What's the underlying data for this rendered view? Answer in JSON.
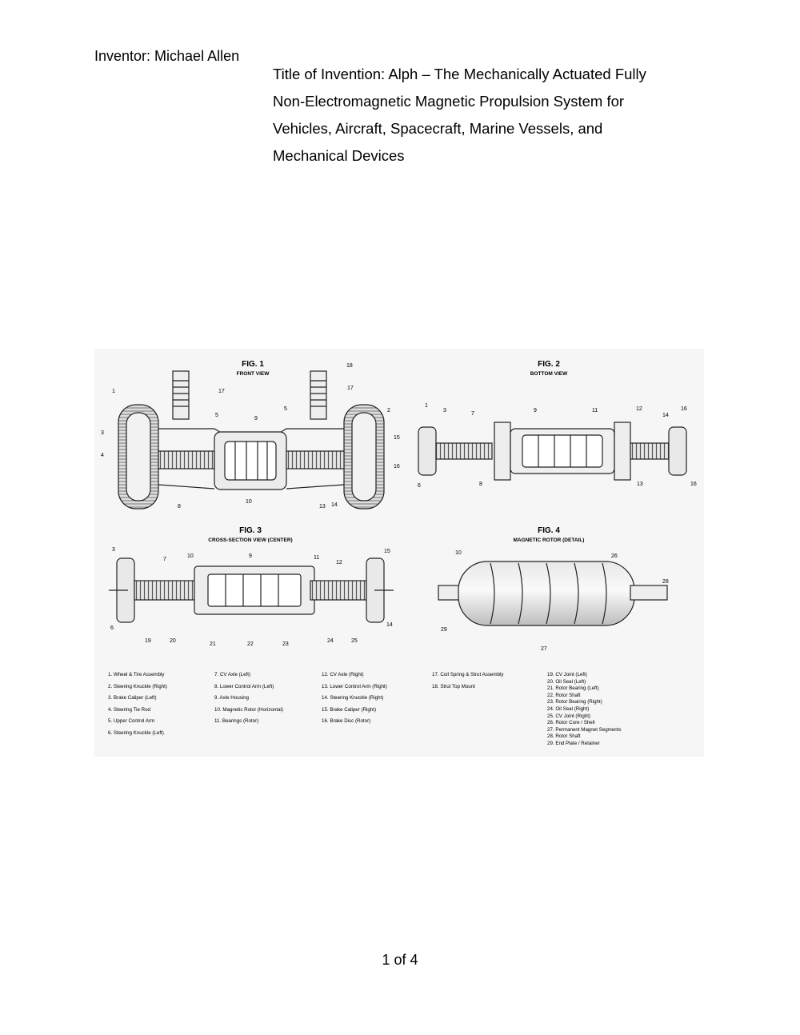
{
  "header": {
    "inventor": "Inventor: Michael Allen",
    "title_lines": [
      "Title of Invention: Alph – The Mechanically Actuated Fully",
      "Non-Electromagnetic Magnetic Propulsion System for",
      "Vehicles, Aircraft, Spacecraft, Marine Vessels, and",
      "Mechanical Devices"
    ]
  },
  "figures": {
    "fig1": {
      "title": "FIG. 1",
      "subtitle": "FRONT VIEW",
      "callouts": [
        "1",
        "2",
        "3",
        "4",
        "5",
        "5",
        "8",
        "9",
        "10",
        "13",
        "14",
        "15",
        "16",
        "17",
        "17",
        "18"
      ]
    },
    "fig2": {
      "title": "FIG. 2",
      "subtitle": "BOTTOM VIEW",
      "callouts": [
        "1",
        "3",
        "6",
        "7",
        "8",
        "9",
        "11",
        "12",
        "13",
        "14",
        "16",
        "16"
      ]
    },
    "fig3": {
      "title": "FIG. 3",
      "subtitle": "CROSS-SECTION VIEW (CENTER)",
      "callouts": [
        "3",
        "6",
        "7",
        "9",
        "10",
        "11",
        "12",
        "14",
        "15",
        "19",
        "20",
        "21",
        "22",
        "23",
        "24",
        "25"
      ]
    },
    "fig4": {
      "title": "FIG. 4",
      "subtitle": "MAGNETIC ROTOR (DETAIL)",
      "callouts": [
        "10",
        "26",
        "27",
        "28",
        "29"
      ]
    }
  },
  "legend": {
    "col1": [
      "1.  Wheel & Tire Assembly",
      "2.  Steering Knuckle (Right)",
      "3.  Brake Caliper (Left)",
      "4.  Steering Tie Rod",
      "5.  Upper Control Arm",
      "6.  Steering Knuckle (Left)"
    ],
    "col2": [
      "7.  CV Axle (Left)",
      "8.  Lower Control Arm (Left)",
      "9.  Axle Housing",
      "10.  Magnetic Rotor (Horizontal)",
      "11.  Bearings (Rotor)"
    ],
    "col3": [
      "12.  CV Axle (Right)",
      "13.  Lower Control Arm (Right)",
      "14.  Steering Knuckle (Right)",
      "15.  Brake Caliper (Right)",
      "16.  Brake Disc (Rotor)"
    ],
    "col4": [
      "17.  Coil Spring & Strut Assembly",
      "18.  Strut Top Mount"
    ],
    "col5": [
      "19.  CV Joint (Left)",
      "20.  Oil Seal (Left)",
      "21.  Rotor Bearing (Left)",
      "22.  Rotor Shaft",
      "23.  Rotor Bearing (Right)",
      "24.  Oil Seal (Right)",
      "25.  CV Joint (Right)",
      "26.  Rotor Core / Shell",
      "27.  Permanent Magnet Segments",
      "28.  Rotor Shaft",
      "29.  End Plate / Retainer"
    ]
  },
  "footer": {
    "page": "1 of 4"
  }
}
